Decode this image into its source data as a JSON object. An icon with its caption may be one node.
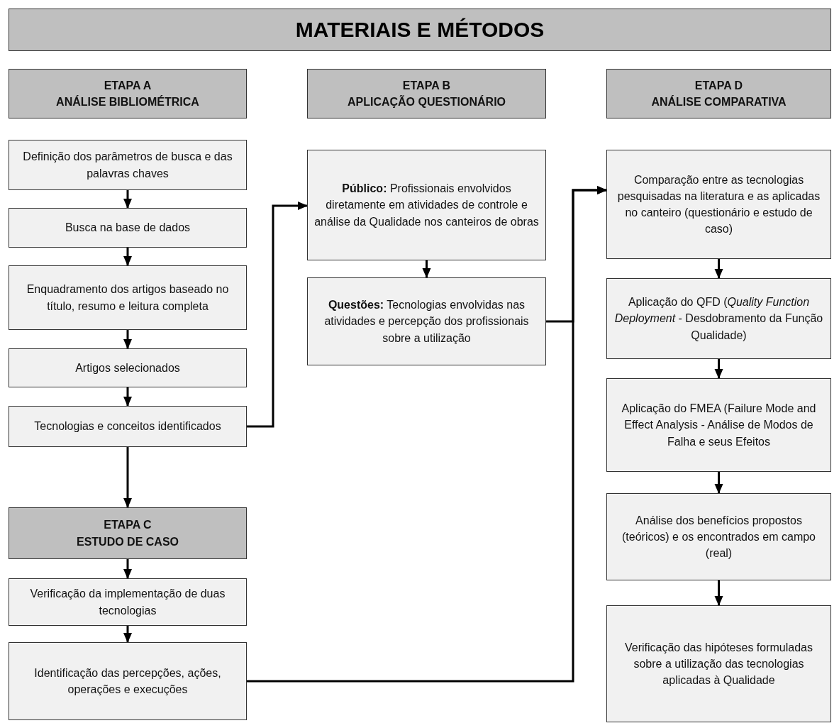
{
  "diagram": {
    "title": "MATERIAIS E MÉTODOS",
    "nodes": [
      {
        "text": [
          "ETAPA A",
          "ANÁLISE BIBLIOMÉTRICA"
        ]
      },
      {
        "text": [
          "ETAPA B",
          "APLICAÇÃO QUESTIONÁRIO"
        ]
      },
      {
        "text": [
          "ETAPA D",
          "ANÁLISE COMPARATIVA"
        ]
      },
      {
        "text": [
          "Definição dos parâmetros de busca e das palavras chaves"
        ]
      },
      {
        "text": [
          "Busca na base de dados"
        ]
      },
      {
        "text": [
          "Enquadramento dos artigos baseado no título, resumo e leitura completa"
        ]
      },
      {
        "text": [
          "Artigos selecionados"
        ]
      },
      {
        "text": [
          "Tecnologias e conceitos identificados"
        ]
      },
      {
        "text": [
          "**Público:** Profissionais envolvidos diretamente em atividades de controle e análise da Qualidade nos canteiros de obras"
        ]
      },
      {
        "text": [
          "**Questões:** Tecnologias envolvidas nas atividades e percepção dos profissionais sobre a utilização"
        ]
      },
      {
        "text": [
          "Comparação entre as tecnologias pesquisadas na literatura e as aplicadas no canteiro (questionário e estudo de caso)"
        ]
      },
      {
        "text": [
          "Aplicação do QFD (*Quality Function Deployment* - Desdobramento da Função Qualidade)"
        ]
      },
      {
        "text": [
          "Aplicação do FMEA (Failure Mode and Effect Analysis - Análise de Modos de Falha e seus Efeitos"
        ]
      },
      {
        "text": [
          "Análise dos benefícios propostos (teóricos) e os encontrados em campo (real)"
        ]
      },
      {
        "text": [
          "Verificação das hipóteses formuladas sobre a utilização das tecnologias aplicadas à Qualidade"
        ]
      },
      {
        "text": [
          "ETAPA C",
          "ESTUDO DE CASO"
        ]
      },
      {
        "text": [
          "Verificação da implementação de duas tecnologias"
        ]
      },
      {
        "text": [
          "Identificação das percepções, ações, operações e execuções"
        ]
      }
    ],
    "edges": [
      {
        "from": 3,
        "to": 4,
        "arrow": "to"
      },
      {
        "from": 4,
        "to": 5,
        "arrow": "to"
      },
      {
        "from": 5,
        "to": 6,
        "arrow": "to"
      },
      {
        "from": 6,
        "to": 7,
        "arrow": "to"
      },
      {
        "from": 7,
        "to": 8,
        "arrow": "to"
      },
      {
        "from": 7,
        "to": 15,
        "arrow": "to"
      },
      {
        "from": 8,
        "to": 9,
        "arrow": "to"
      },
      {
        "from": 9,
        "to": 10,
        "arrow": "to"
      },
      {
        "from": 17,
        "to": 10,
        "arrow": "to"
      },
      {
        "from": 15,
        "to": 16,
        "arrow": "to"
      },
      {
        "from": 16,
        "to": 17,
        "arrow": "to"
      },
      {
        "from": 10,
        "to": 11,
        "arrow": "to"
      },
      {
        "from": 11,
        "to": 12,
        "arrow": "to"
      },
      {
        "from": 12,
        "to": 13,
        "arrow": "to"
      },
      {
        "from": 13,
        "to": 14,
        "arrow": "to"
      }
    ]
  }
}
